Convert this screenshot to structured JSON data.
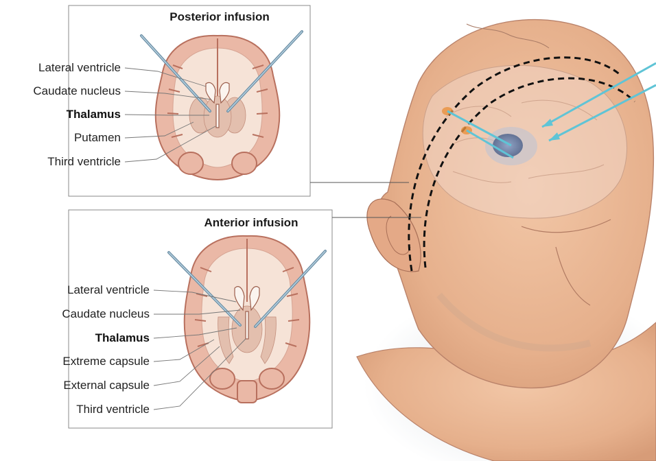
{
  "posterior_panel": {
    "title": "Posterior infusion",
    "labels": [
      {
        "text": "Lateral ventricle",
        "bold": false
      },
      {
        "text": "Caudate nucleus",
        "bold": false
      },
      {
        "text": "Thalamus",
        "bold": true
      },
      {
        "text": "Putamen",
        "bold": false
      },
      {
        "text": "Third ventricle",
        "bold": false
      }
    ]
  },
  "anterior_panel": {
    "title": "Anterior infusion",
    "labels": [
      {
        "text": "Lateral ventricle",
        "bold": false
      },
      {
        "text": "Caudate nucleus",
        "bold": false
      },
      {
        "text": "Thalamus",
        "bold": true
      },
      {
        "text": "Extreme capsule",
        "bold": false
      },
      {
        "text": "External capsule",
        "bold": false
      },
      {
        "text": "Third ventricle",
        "bold": false
      }
    ]
  },
  "colors": {
    "skin": "#e9b896",
    "brain_tissue": "#eab8a6",
    "cannula": "#6d8fa5",
    "infusion_arrow": "#5fc4d6",
    "entry_site": "#e8913e"
  }
}
